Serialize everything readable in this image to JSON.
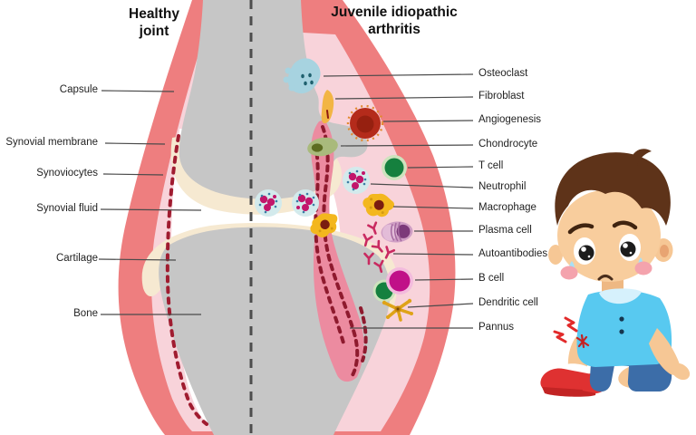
{
  "figure": {
    "titles": {
      "left": "Healthy\njoint",
      "right": "Juvenile idiopathic\narthritis"
    },
    "labels": {
      "left": [
        "Capsule",
        "Synovial membrane",
        "Synoviocytes",
        "Synovial fluid",
        "Cartilage",
        "Bone"
      ],
      "right": [
        "Osteoclast",
        "Fibroblast",
        "Angiogenesis",
        "Chondrocyte",
        "T cell",
        "Neutrophil",
        "Macrophage",
        "Plasma cell",
        "Autoantibodies",
        "B cell",
        "Dendritic cell",
        "Pannus"
      ]
    },
    "palette": {
      "capsule": "#ee7e7f",
      "synovial_membrane": "#f8d3da",
      "synovial_fluid": "#ffffff",
      "bone": "#c6c6c6",
      "cartilage": "#f6e9d1",
      "synoviocytes": "#a01c30",
      "pannus": "#ec8ba0",
      "pannus_cells": "#8e1a2e",
      "osteoclast": "#a7d3e0",
      "fibroblast": "#f2b544",
      "angiogenesis": "#b42b1b",
      "chondrocyte": "#a9ba7c",
      "t_cell": "#15803e",
      "neutrophil": "#d3eaec",
      "macrophage": "#f3b71e",
      "plasma_cell": "#cf9ec4",
      "autoantibodies": "#c92a60",
      "b_cell": "#c01088",
      "dendritic_cell": "#dfa318",
      "divider_line": "#4d4d4d",
      "label_text": "#1f1f1f"
    }
  }
}
